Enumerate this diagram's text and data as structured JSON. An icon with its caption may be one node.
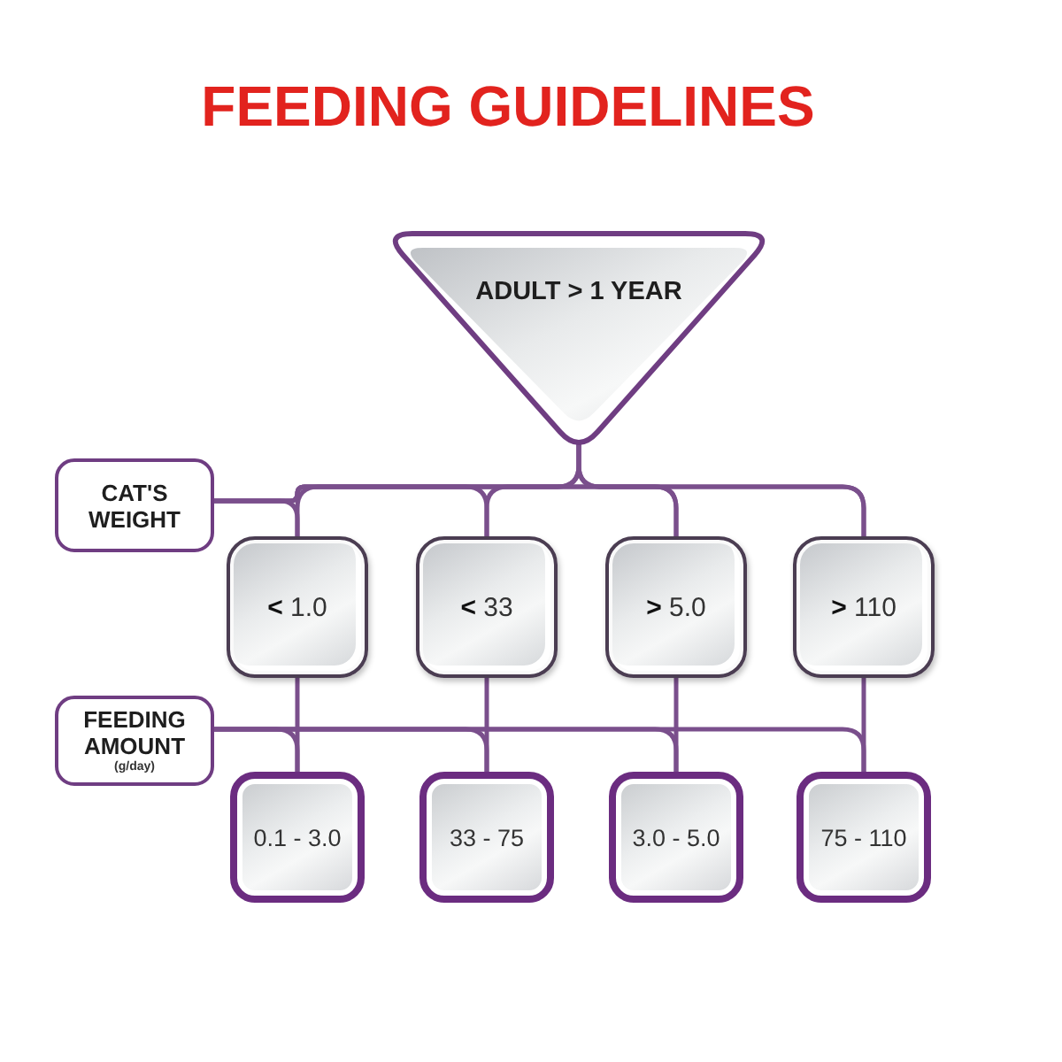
{
  "diagram": {
    "title": "FEEDING GUIDELINES",
    "nodes": [
      {
        "text": [
          "ADULT > 1 YEAR"
        ]
      },
      {
        "text": [
          "CAT'S WEIGHT"
        ]
      },
      {
        "text": [
          "**<** 1.0"
        ]
      },
      {
        "text": [
          "**<** 33"
        ]
      },
      {
        "text": [
          "**>** 5.0"
        ]
      },
      {
        "text": [
          "**>** 110"
        ]
      },
      {
        "text": [
          "FEEDING AMOUNT",
          "(g/day)"
        ]
      },
      {
        "text": [
          "0.1 - 3.0"
        ]
      },
      {
        "text": [
          "33 - 75"
        ]
      },
      {
        "text": [
          "3.0 - 5.0"
        ]
      },
      {
        "text": [
          "75 - 110"
        ]
      }
    ],
    "edges": [
      {
        "from": 0,
        "to": 2,
        "arrow": "none"
      },
      {
        "from": 0,
        "to": 3,
        "arrow": "none"
      },
      {
        "from": 0,
        "to": 4,
        "arrow": "none"
      },
      {
        "from": 0,
        "to": 5,
        "arrow": "none"
      },
      {
        "from": 1,
        "to": 2,
        "arrow": "none"
      },
      {
        "from": 1,
        "to": 3,
        "arrow": "none"
      },
      {
        "from": 1,
        "to": 4,
        "arrow": "none"
      },
      {
        "from": 1,
        "to": 5,
        "arrow": "none"
      },
      {
        "from": 2,
        "to": 7,
        "arrow": "none"
      },
      {
        "from": 3,
        "to": 8,
        "arrow": "none"
      },
      {
        "from": 4,
        "to": 9,
        "arrow": "none"
      },
      {
        "from": 5,
        "to": 10,
        "arrow": "none"
      },
      {
        "from": 6,
        "to": 7,
        "arrow": "none"
      },
      {
        "from": 6,
        "to": 8,
        "arrow": "none"
      },
      {
        "from": 6,
        "to": 9,
        "arrow": "none"
      },
      {
        "from": 6,
        "to": 10,
        "arrow": "none"
      }
    ]
  }
}
